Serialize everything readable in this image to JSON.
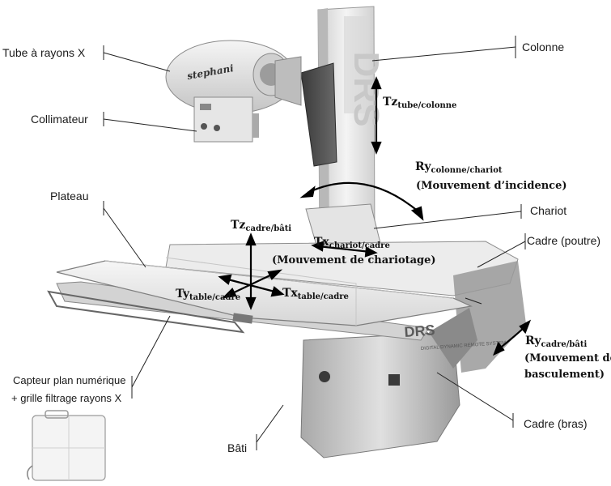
{
  "labels": {
    "tube": "Tube à rayons X",
    "collimateur": "Collimateur",
    "plateau": "Plateau",
    "capteur_line1": "Capteur plan numérique",
    "capteur_line2": "+ grille filtrage rayons X",
    "bati": "Bâti",
    "colonne": "Colonne",
    "chariot": "Chariot",
    "cadre_poutre": "Cadre (poutre)",
    "cadre_bras": "Cadre (bras)"
  },
  "branding": {
    "tube_brand": "stephani",
    "column_logo": "DRS",
    "table_logo": "DRS",
    "table_tagline": "DIGITAL DYNAMIC REMOTE SYSTEM"
  },
  "axes": {
    "tz_tube": {
      "main": "Tz",
      "sub": "tube/colonne"
    },
    "ry_colonne": {
      "main": "Ry",
      "sub": "colonne/chariot",
      "note": "(Mouvement d’incidence)"
    },
    "tz_cadre": {
      "main": "Tz",
      "sub": "cadre/bâti"
    },
    "tx_chariot": {
      "main": "Tx",
      "sub": "chariot/cadre",
      "note": "(Mouvement de chariotage)"
    },
    "ty_table": {
      "main": "Ty",
      "sub": "table/cadre"
    },
    "tx_table": {
      "main": "Tx",
      "sub": "table/cadre"
    },
    "ry_cadre": {
      "main": "Ry",
      "sub": "cadre/bâti",
      "note1": "(Mouvement de",
      "note2": "basculement)"
    }
  }
}
